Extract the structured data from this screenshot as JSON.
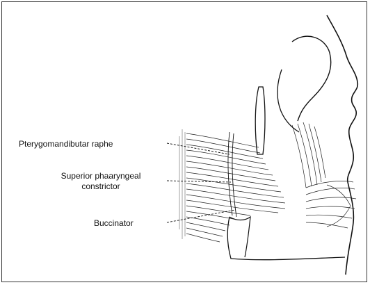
{
  "labels": {
    "raphe": "Pterygomandibutar raphe",
    "superior_line1": "Superior phaaryngeal",
    "superior_line2": "constrictor",
    "buccinator": "Buccinator"
  },
  "colors": {
    "ink": "#111111",
    "background": "#ffffff",
    "border": "#333333"
  }
}
